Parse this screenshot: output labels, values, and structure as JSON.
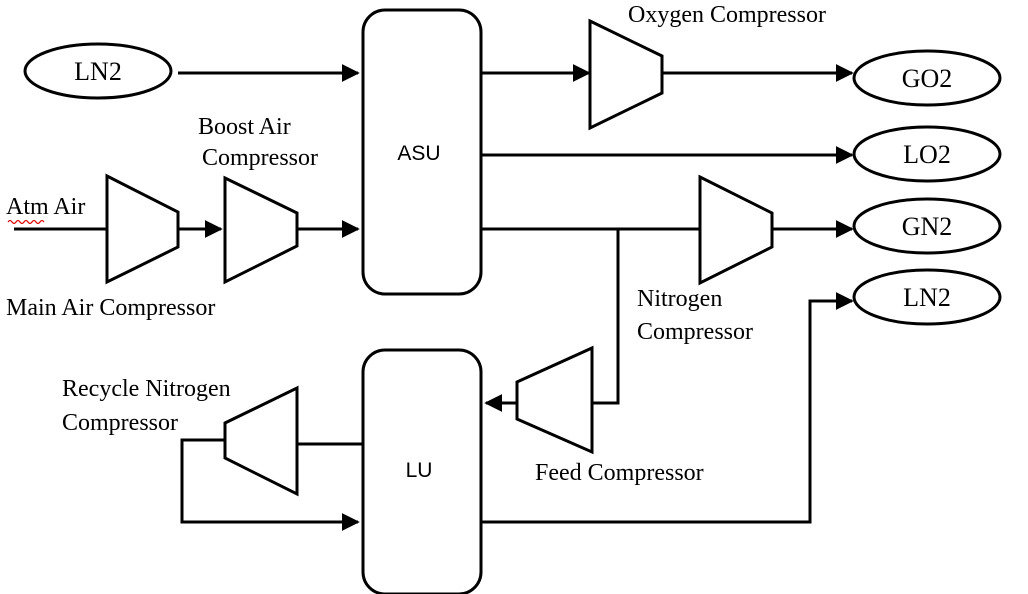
{
  "labels": {
    "ln2_in": "LN2",
    "atm_air": "Atm Air",
    "boost_air_1": "Boost Air",
    "boost_air_2": "Compressor",
    "main_air": "Main Air Compressor",
    "asu": "ASU",
    "lu": "LU",
    "oxygen_compressor": "Oxygen Compressor",
    "nitrogen_1": "Nitrogen",
    "nitrogen_2": "Compressor",
    "feed_compressor": "Feed Compressor",
    "recycle_1": "Recycle Nitrogen",
    "recycle_2": "Compressor",
    "go2": "GO2",
    "lo2": "LO2",
    "gn2": "GN2",
    "ln2_out": "LN2"
  }
}
